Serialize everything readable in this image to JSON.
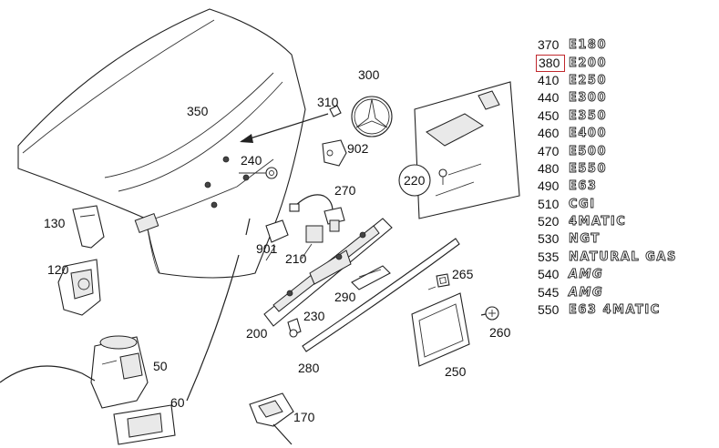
{
  "callouts": {
    "c350": "350",
    "c310": "310",
    "c300": "300",
    "c902": "902",
    "c240": "240",
    "c270": "270",
    "c220": "220",
    "c130": "130",
    "c120": "120",
    "c901": "901",
    "c210": "210",
    "c265": "265",
    "c290": "290",
    "c230": "230",
    "c200": "200",
    "c260": "260",
    "c50": "50",
    "c280": "280",
    "c250": "250",
    "c60": "60",
    "c170": "170"
  },
  "legend": [
    {
      "code": "370",
      "badge": "E180",
      "selected": false
    },
    {
      "code": "380",
      "badge": "E200",
      "selected": true
    },
    {
      "code": "410",
      "badge": "E250",
      "selected": false
    },
    {
      "code": "440",
      "badge": "E300",
      "selected": false
    },
    {
      "code": "450",
      "badge": "E350",
      "selected": false
    },
    {
      "code": "460",
      "badge": "E400",
      "selected": false
    },
    {
      "code": "470",
      "badge": "E500",
      "selected": false
    },
    {
      "code": "480",
      "badge": "E550",
      "selected": false
    },
    {
      "code": "490",
      "badge": "E63",
      "selected": false
    },
    {
      "code": "510",
      "badge": "CGI",
      "selected": false
    },
    {
      "code": "520",
      "badge": "4MATIC",
      "selected": false
    },
    {
      "code": "530",
      "badge": "NGT",
      "selected": false
    },
    {
      "code": "535",
      "badge": "NATURAL GAS",
      "selected": false
    },
    {
      "code": "540",
      "badge": "AMG",
      "selected": false
    },
    {
      "code": "545",
      "badge": "AMG",
      "selected": false
    },
    {
      "code": "550",
      "badge": "E63 4MATIC",
      "selected": false
    }
  ]
}
